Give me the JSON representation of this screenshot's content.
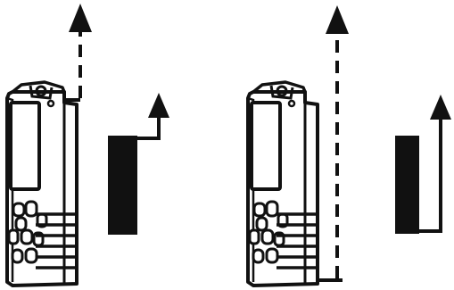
{
  "figures": [
    {
      "id": "left",
      "measurement": "reference-at-top-edge"
    },
    {
      "id": "right",
      "measurement": "reference-at-bottom-edge"
    }
  ],
  "colors": {
    "ink": "#111111",
    "background": "#ffffff"
  }
}
